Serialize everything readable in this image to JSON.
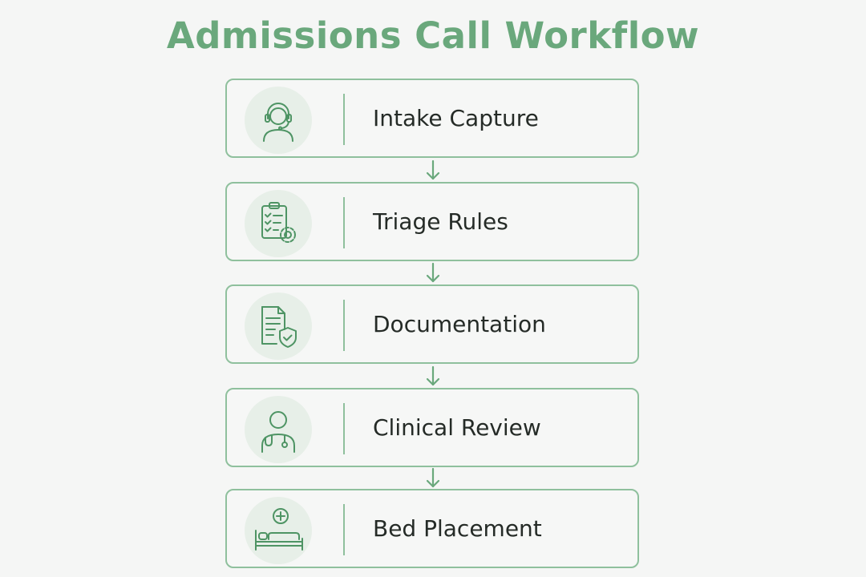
{
  "title": "Admissions Call Workflow",
  "steps": [
    {
      "label": "Intake Capture",
      "icon": "headset-agent-icon"
    },
    {
      "label": "Triage Rules",
      "icon": "clipboard-checklist-gear-icon"
    },
    {
      "label": "Documentation",
      "icon": "document-shield-icon"
    },
    {
      "label": "Clinical Review",
      "icon": "doctor-stethoscope-icon"
    },
    {
      "label": "Bed Placement",
      "icon": "hospital-bed-icon"
    }
  ],
  "colors": {
    "accent": "#6aa87c",
    "border": "#8fc09d",
    "icon_stroke": "#4e9464",
    "icon_bg": "#e7efe8",
    "text": "#252b27",
    "background": "#f5f6f5"
  }
}
